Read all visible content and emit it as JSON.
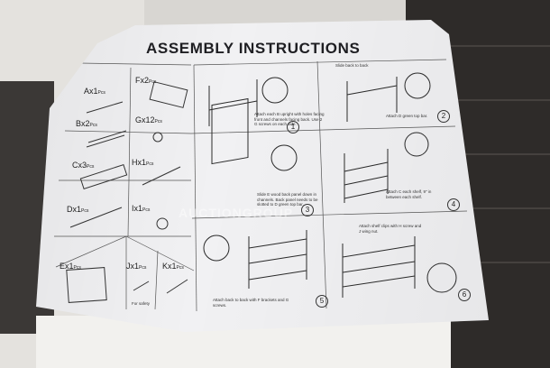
{
  "sheet": {
    "title": "ASSEMBLY INSTRUCTIONS"
  },
  "parts": [
    {
      "letter": "A",
      "qty": "x1",
      "unit": "Pcs"
    },
    {
      "letter": "B",
      "qty": "x2",
      "unit": "Pcs"
    },
    {
      "letter": "C",
      "qty": "x3",
      "unit": "Pcs"
    },
    {
      "letter": "D",
      "qty": "x1",
      "unit": "Pcs"
    },
    {
      "letter": "E",
      "qty": "x1",
      "unit": "Pcs"
    },
    {
      "letter": "F",
      "qty": "x2",
      "unit": "Pcs"
    },
    {
      "letter": "G",
      "qty": "x12",
      "unit": "Pcs"
    },
    {
      "letter": "H",
      "qty": "x1",
      "unit": "Pcs"
    },
    {
      "letter": "I",
      "qty": "x1",
      "unit": "Pcs"
    },
    {
      "letter": "J",
      "qty": "x1",
      "unit": "Pcs"
    },
    {
      "letter": "K",
      "qty": "x1",
      "unit": "Pcs"
    }
  ],
  "part_note": "For safety",
  "steps": [
    {
      "number": "1",
      "caption": "Attach each B upright with holes facing front and channels facing back. Use 2 G screws on each side."
    },
    {
      "number": "2",
      "caption": "Attach D green top bar."
    },
    {
      "number": "3",
      "caption": "Slide E wood back panel down in channels. Back panel needs to be slotted to D green top bar."
    },
    {
      "number": "4",
      "caption": "Attach C each shelf, 9\" in between each shelf."
    },
    {
      "number": "5",
      "caption": "Attach back to back with F brackets and G screws."
    },
    {
      "number": "6",
      "caption": "Attach shelf clips with H screw and J wing nut."
    }
  ],
  "step2_header": "Slide back to back",
  "watermark": "AUCTIONGROUP"
}
